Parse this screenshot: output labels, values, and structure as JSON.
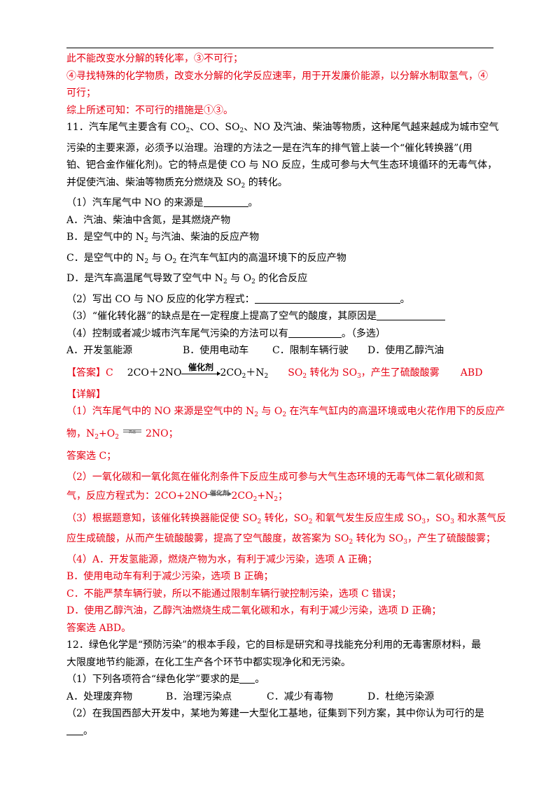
{
  "lines": [
    {
      "id": "l1",
      "text": "此不能改变水分解的转化率，③不可行；"
    },
    {
      "id": "l2",
      "text": "④寻找特殊的化学物质，改变水分解的化学反应速率，用于开发廉价能源，以分解水制取氢气，④"
    },
    {
      "id": "l3",
      "text": "可行；"
    },
    {
      "id": "l4",
      "text": "综上所述可知：不可行的措施是①③。"
    }
  ],
  "q11": {
    "stem_parts": [
      "11．汽车尾气主要含有 CO",
      "2",
      "、CO、SO",
      "2",
      "、NO 及汽油、柴油等物质，这种尾气越来越成为城市空气",
      "污染的主要来源，必须予以治理。治理的方法之一是在汽车的排气管上装一个“催化转换器”(用",
      "铂、钯合金作催化剂)。它的特点是使 CO 与 NO 反应，生成可参与大气生态环境循环的无毒气体，",
      "并促使汽油、柴油等物质充分燃烧及 SO",
      "2",
      " 的转化。"
    ],
    "sub1": "（1）汽车尾气中 NO 的来源是",
    "sub1_end": "。",
    "sub1_options": {
      "a": "A．汽油、柴油中含氮，是其燃烧产物",
      "b_parts": [
        "B．是空气中的 N",
        "2",
        " 与汽油、柴油的反应产物"
      ],
      "c_parts": [
        "C．是空气中的 N",
        "2",
        " 与 O",
        "2",
        " 在汽车气缸内的高温环境下的反应产物"
      ],
      "d_parts": [
        "D．是汽车高温尾气导致了空气中 N",
        "2",
        " 与 O",
        "2",
        " 的化合反应"
      ]
    },
    "sub2": "（2）写出 CO 与 NO 反应的化学方程式：",
    "sub2_end": "。",
    "sub3": "（3）“催化转化器”的缺点是在一定程度上提高了空气的酸度，其原因是",
    "sub4": "（4）控制或者减少城市汽车尾气污染的方法可以有",
    "sub4_end": "。（多选）",
    "sub4_options": [
      "A．开发氢能源",
      "B．使用电动车",
      "C．限制车辆行驶",
      "D．使用乙醇汽油"
    ]
  },
  "answer": {
    "label": "【答案】",
    "c": "C",
    "eq_left": "2CO＋2NO",
    "catalyst": "催化剂",
    "eq_right_parts": [
      "2CO",
      "2",
      "＋N",
      "2"
    ],
    "sub3_parts": [
      "SO",
      "2",
      " 转化为 SO",
      "3",
      "，产生了硫酸酸雾"
    ],
    "sub4": "ABD"
  },
  "detail": {
    "label": "【详解】",
    "p1_parts": [
      "（1）汽车尾气中的 NO 来源是空气中的 N",
      "2",
      " 与 O",
      "2",
      " 在汽车气缸内的高温环境或电火花作用下的反应产"
    ],
    "p1b_left": "物，N",
    "p1b_sub1": "2",
    "p1b_mid": "+O",
    "p1b_sub2": "2",
    "p1b_cond": "高温",
    "p1b_right": "2NO；",
    "p1c": "答案选 C；",
    "p2": "（2）一氧化碳和一氧化氮在催化剂条件下反应生成可参与大气生态环境的无毒气体二氧化碳和氮",
    "p2b_left": "气，反应方程式为：2CO+2NO",
    "p2b_cond": "催化剂",
    "p2b_right_parts": [
      "2CO",
      "2",
      "+N",
      "2",
      "；"
    ],
    "p3_parts": [
      "（3）根据题意知，该催化转换器能促使 SO",
      "2",
      " 转化，SO",
      "2",
      " 和氧气发生反应生成 SO",
      "3",
      "，SO",
      "3",
      " 和水蒸气反"
    ],
    "p3b_parts": [
      "应生成硫酸，从而产生硫酸酸雾，提高了空气酸度，故答案为 SO",
      "2",
      " 转化为 SO",
      "3",
      "，产生了硫酸酸雾；"
    ],
    "p4a": "（4）A．开发氢能源，燃烧产物为水，有利于减少污染，选项 A 正确；",
    "p4b": "B．使用电动车有利于减少污染，选项 B 正确；",
    "p4c": "C．不能严禁车辆行驶，所以不能通过限制车辆行驶控制污染，选项 C 错误；",
    "p4d": "D．使用乙醇汽油，乙醇汽油燃烧生成二氧化碳和水，有利于减少污染，选项 D 正确；",
    "p4e": "答案选 ABD。"
  },
  "q12": {
    "stem1": "12．绿色化学是“预防污染”的根本手段，它的目标是研究和寻找能充分利用的无毒害原材料，最",
    "stem2": "大限度地节约能源，在化工生产各个环节中都实现净化和无污染。",
    "sub1": "（1）下列各项符合“绿色化学”要求的是",
    "sub1_end": "。",
    "sub1_options": [
      "A．处理废弃物",
      "B．治理污染点",
      "C．减少有毒物",
      "D．杜绝污染源"
    ],
    "sub2": "（2）在我国西部大开发中，某地为筹建一大型化工基地，征集到下列方案，其中你认为可行的是",
    "sub2_end": "。"
  }
}
